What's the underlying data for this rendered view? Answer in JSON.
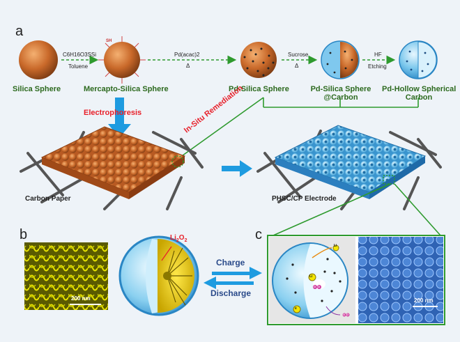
{
  "panels": {
    "a": "a",
    "b": "b",
    "c": "c"
  },
  "spheres": [
    {
      "name": "Silica Sphere"
    },
    {
      "name": "Mercapto-Silica Sphere"
    },
    {
      "name": "Pd-Silica Sphere"
    },
    {
      "name_line1": "Pd-Silica Sphere",
      "name_line2": "@Carbon"
    },
    {
      "name_line1": "Pd-Hollow Spherical",
      "name_line2": "Carbon"
    }
  ],
  "steps": {
    "reagent1": "C6H16O3SSi",
    "solvent1": "Toluene",
    "reagent2": "Pd(acac)2",
    "reagent3": "Sucrose",
    "reagent4": "HF",
    "etch": "Etching",
    "heat_symbol": "Δ"
  },
  "thiol_label": "SH",
  "process": {
    "electrophoresis": "Electrophoresis",
    "in_situ": "In-Situ Remediation"
  },
  "substrates": {
    "carbon_paper": "Carbon Paper",
    "electrode": "PHSC/CP Electrode"
  },
  "panel_b": {
    "scale": "200 nm",
    "product_prefix": "Li",
    "product_sub": "2",
    "product_suffix": "O",
    "product_sub2": "2"
  },
  "cycle": {
    "charge": "Charge",
    "discharge": "Discharge"
  },
  "panel_c": {
    "scale": "200 nm",
    "li_ion": "Li",
    "electron": "e",
    "oxygen": "O"
  },
  "colors": {
    "green": "#2e9a2e",
    "red": "#e8202a",
    "blue_arrow": "#1e9be0",
    "sphere_orange": "#c8682a",
    "sphere_blue": "#6ec3ec"
  }
}
